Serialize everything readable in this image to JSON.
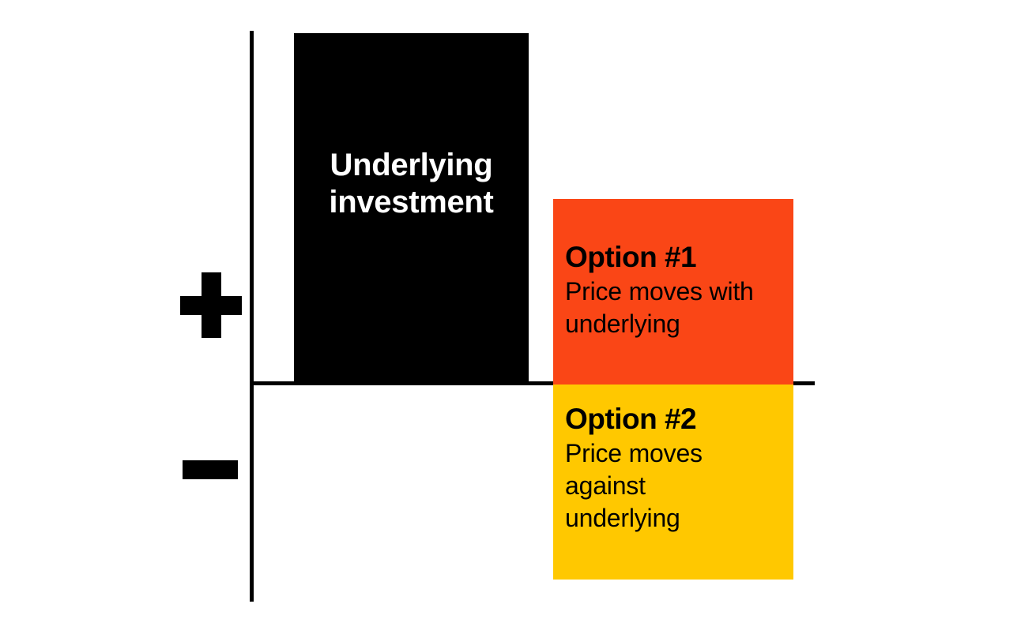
{
  "diagram": {
    "type": "payoff-comparison-bar-diagram",
    "background_color": "#ffffff",
    "axis_color": "#000000"
  },
  "axis": {
    "positive_sign": "+",
    "negative_sign": "−",
    "vertical_label": "value-axis",
    "horizontal_label": "zero-line"
  },
  "bars": [
    {
      "id": "underlying-investment",
      "title": "Underlying\ninvestment",
      "title_line1": "Underlying",
      "title_line2": "investment",
      "color": "#000000",
      "text_color": "#ffffff",
      "side": "positive"
    },
    {
      "id": "option-1",
      "heading": "Option #1",
      "body": "Price moves with underlying",
      "color": "#fa4616",
      "text_color": "#000000",
      "side": "positive"
    },
    {
      "id": "option-2",
      "heading": "Option #2",
      "body": "Price moves against underlying",
      "color": "#ffc800",
      "text_color": "#000000",
      "side": "negative"
    }
  ],
  "chart_data": {
    "type": "bar",
    "title": "",
    "categories": [
      "Underlying investment",
      "Option #1",
      "Option #2"
    ],
    "values": [
      1.0,
      0.53,
      -0.55
    ],
    "colors": [
      "#000000",
      "#fa4616",
      "#ffc800"
    ],
    "xlabel": "",
    "ylabel": "",
    "ylim": [
      -1.0,
      1.0
    ],
    "grid": false,
    "legend": false,
    "annotations": [
      "+",
      "−"
    ]
  }
}
